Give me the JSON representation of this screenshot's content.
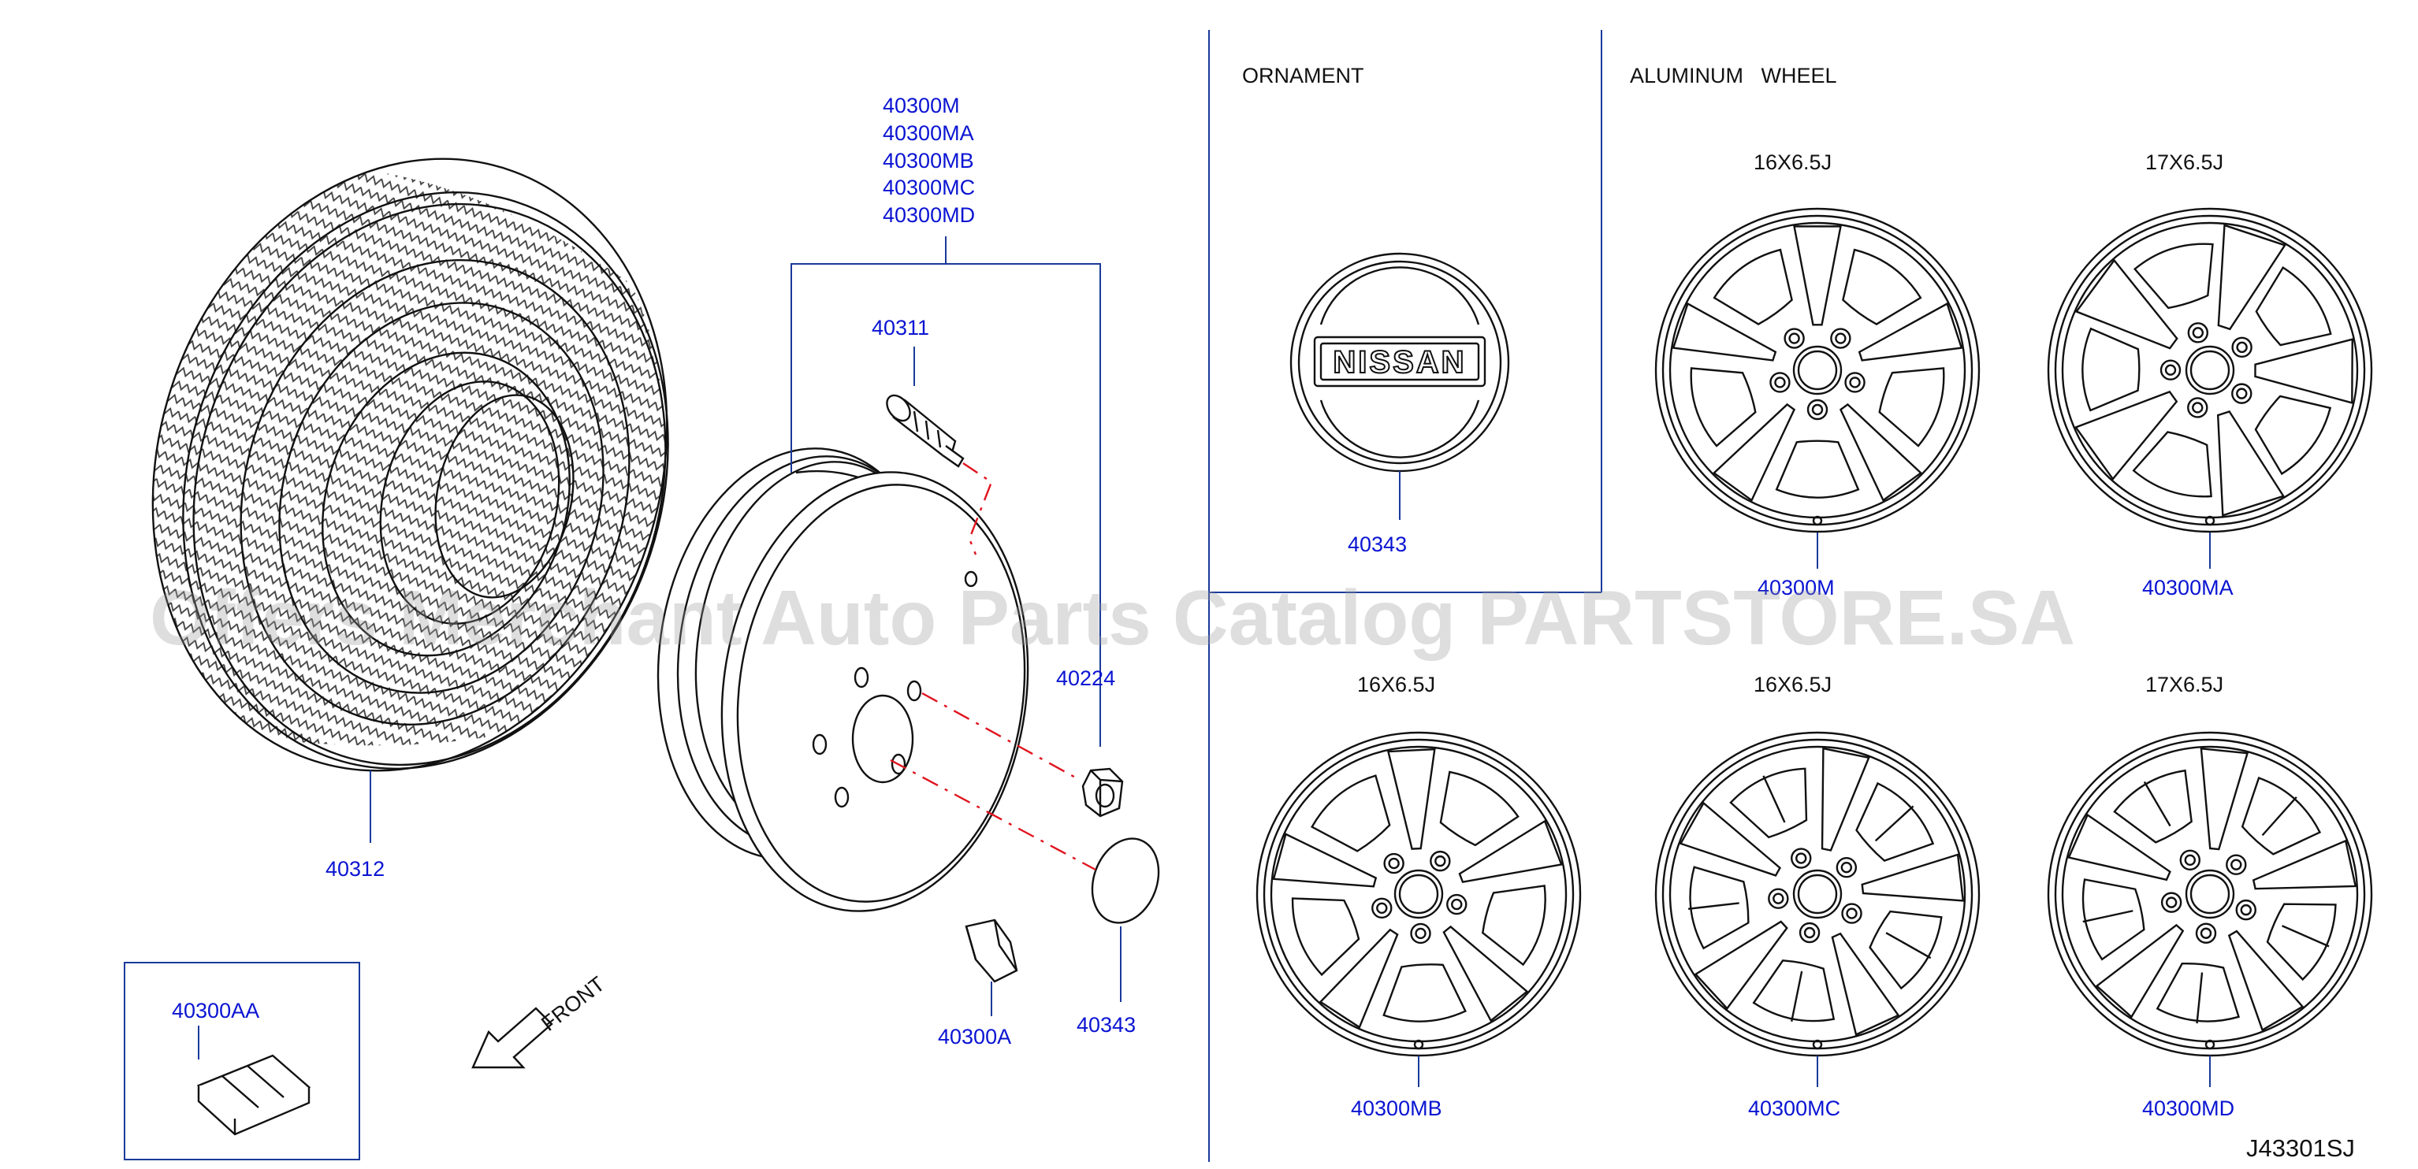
{
  "sections": {
    "ornament": "ORNAMENT",
    "aluminum_wheel": "ALUMINUM   WHEEL"
  },
  "parts": {
    "group_codes": [
      "40300M",
      "40300MA",
      "40300MB",
      "40300MC",
      "40300MD"
    ],
    "valve": "40311",
    "tire": "40312",
    "nut": "40224",
    "cap": "40343",
    "balance_weight": "40300A",
    "weight_kit": "40300AA",
    "ornament_part": "40343"
  },
  "wheels": [
    {
      "size": "16X6.5J",
      "code": "40300M"
    },
    {
      "size": "17X6.5J",
      "code": "40300MA"
    },
    {
      "size": "16X6.5J",
      "code": "40300MB"
    },
    {
      "size": "16X6.5J",
      "code": "40300MC"
    },
    {
      "size": "17X6.5J",
      "code": "40300MD"
    }
  ],
  "ornament_logo": "NISSAN",
  "front_label": "FRONT",
  "diagram_code": "J43301SJ",
  "watermark": "Offers Merchant Auto Parts Catalog PARTSTORE.SA"
}
